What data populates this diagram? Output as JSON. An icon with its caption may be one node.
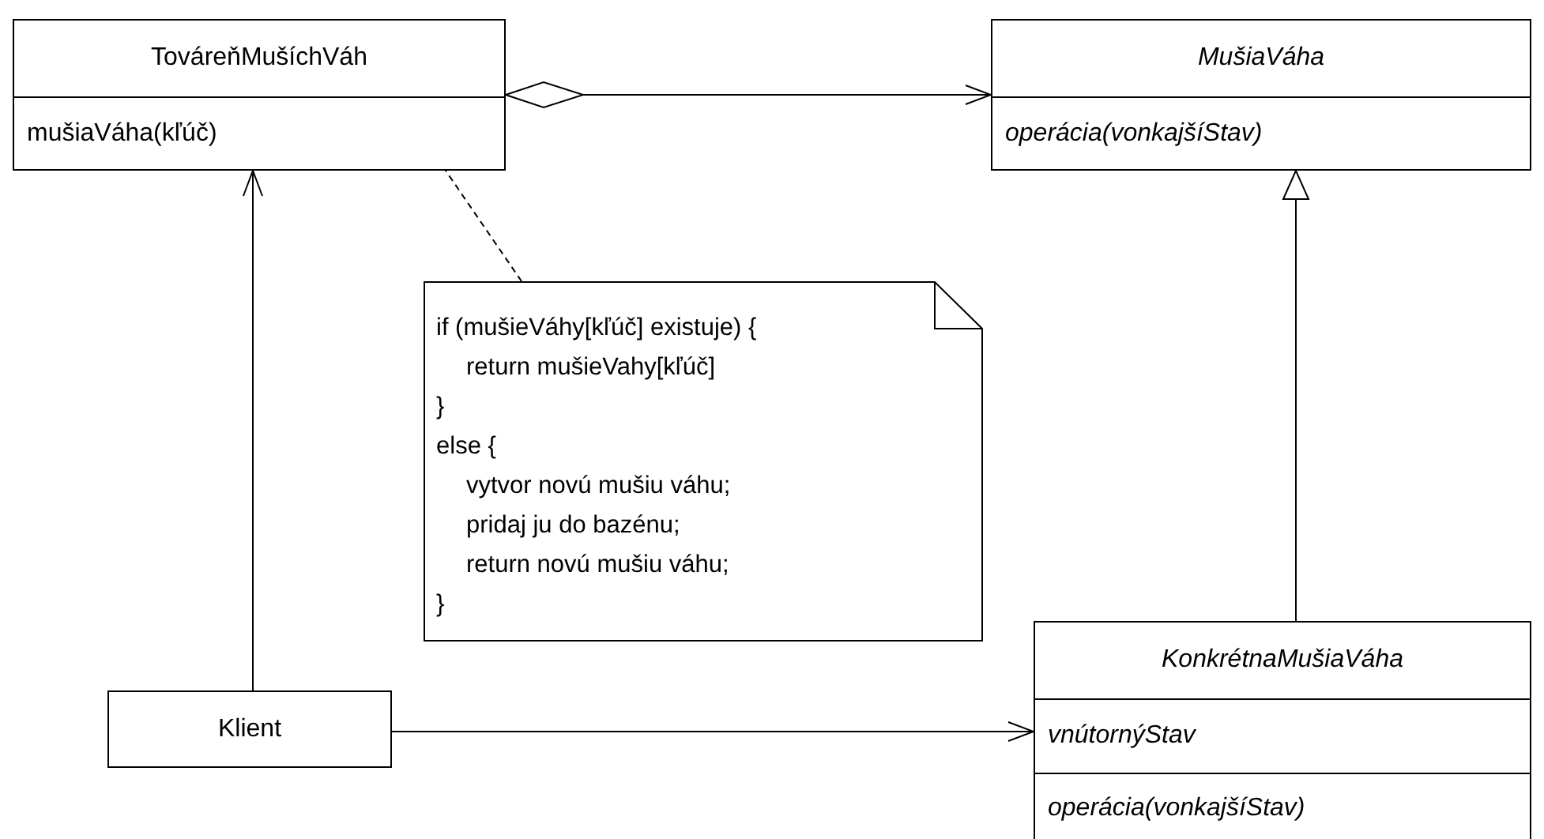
{
  "diagram": {
    "nodes": [
      {
        "text": [
          "TováreňMušíchVáh",
          "mušiaVáha(kľúč)"
        ]
      },
      {
        "text": [
          "MušiaVáha",
          "operácia(vonkajšíStav)"
        ]
      },
      {
        "text": [
          "if (mušieVáhy[kľúč] existuje) {",
          "return mušieVahy[kľúč]",
          "}",
          "else {",
          "vytvor novú mušiu váhu;",
          "pridaj ju do bazénu;",
          "return novú mušiu váhu;",
          "}"
        ]
      },
      {
        "text": [
          "Klient"
        ]
      },
      {
        "text": [
          "KonkrétnaMušiaVáha",
          "vnútornýStav",
          "operácia(vonkajšíStav)"
        ]
      }
    ],
    "edges": [
      {
        "from": 0,
        "to": 1,
        "arrow": "to"
      },
      {
        "from": 3,
        "to": 0,
        "arrow": "to"
      },
      {
        "from": 4,
        "to": 1,
        "arrow": "to"
      },
      {
        "from": 3,
        "to": 4,
        "arrow": "to"
      },
      {
        "from": 2,
        "to": 0,
        "arrow": "none",
        "style": "dashed"
      }
    ]
  }
}
